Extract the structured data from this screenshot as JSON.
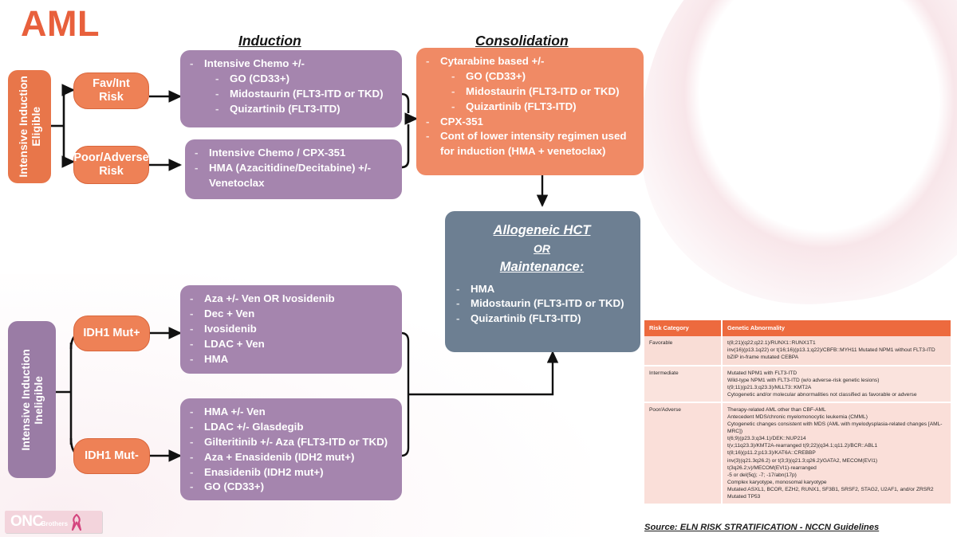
{
  "title": "AML",
  "headers": {
    "induction": "Induction",
    "consolidation": "Consolidation"
  },
  "colors": {
    "orange": "#E8764A",
    "orange_pill": "#EE8156",
    "salmon": "#F08A65",
    "purple": "#A585AE",
    "purple_dark": "#9A7CA5",
    "slate": "#6D7F92",
    "title_red": "#E8603C",
    "table_header": "#ED6A3E",
    "table_row": "#F9DDD6"
  },
  "stems": {
    "eligible": "Intensive Induction\nEligible",
    "ineligible": "Intensive Induction\nIneligible"
  },
  "risk_pills": {
    "fav_int": "Fav/Int\nRisk",
    "poor_adverse": "Poor/Adverse\nRisk",
    "idh1_pos": "IDH1 Mut+",
    "idh1_neg": "IDH1 Mut-"
  },
  "boxes": {
    "induction_fav": [
      {
        "text": "Intensive Chemo +/-",
        "level": 0
      },
      {
        "text": "GO (CD33+)",
        "level": 1
      },
      {
        "text": "Midostaurin (FLT3-ITD or TKD)",
        "level": 1
      },
      {
        "text": "Quizartinib (FLT3-ITD)",
        "level": 1
      }
    ],
    "induction_poor": [
      {
        "text": "Intensive Chemo / CPX-351",
        "level": 0
      },
      {
        "text": "HMA (Azacitidine/Decitabine) +/-",
        "level": 0
      },
      {
        "text": "Venetoclax",
        "level": 2
      }
    ],
    "consolidation": [
      {
        "text": "Cytarabine based +/-",
        "level": 0
      },
      {
        "text": "GO (CD33+)",
        "level": 1
      },
      {
        "text": "Midostaurin (FLT3-ITD or TKD)",
        "level": 1
      },
      {
        "text": "Quizartinib (FLT3-ITD)",
        "level": 1
      },
      {
        "text": "CPX-351",
        "level": 0
      },
      {
        "text": "Cont of lower intensity regimen used",
        "level": 0
      },
      {
        "text": "for induction (HMA + venetoclax)",
        "level": 2
      }
    ],
    "hct": {
      "title_line1": "Allogeneic HCT",
      "title_or": "OR",
      "title_line2": "Maintenance:",
      "items": [
        {
          "text": "HMA",
          "level": 0
        },
        {
          "text": "Midostaurin (FLT3-ITD or TKD)",
          "level": 0
        },
        {
          "text": "Quizartinib (FLT3-ITD)",
          "level": 0
        }
      ]
    },
    "idh1_pos_tx": [
      {
        "text": "Aza +/- Ven OR Ivosidenib",
        "level": 0
      },
      {
        "text": "Dec + Ven",
        "level": 0
      },
      {
        "text": "Ivosidenib",
        "level": 0
      },
      {
        "text": "LDAC + Ven",
        "level": 0
      },
      {
        "text": "HMA",
        "level": 0
      }
    ],
    "idh1_neg_tx": [
      {
        "text": "HMA +/- Ven",
        "level": 0
      },
      {
        "text": "LDAC +/- Glasdegib",
        "level": 0
      },
      {
        "text": "Gilteritinib +/- Aza (FLT3-ITD or TKD)",
        "level": 0
      },
      {
        "text": "Aza + Enasidenib (IDH2 mut+)",
        "level": 0
      },
      {
        "text": "Enasidenib (IDH2 mut+)",
        "level": 0
      },
      {
        "text": "GO (CD33+)",
        "level": 0
      }
    ]
  },
  "risk_table": {
    "columns": [
      "Risk Category",
      "Genetic Abnormality"
    ],
    "rows": [
      {
        "category": "Favorable",
        "lines": [
          "t(8;21)(q22;q22.1)/RUNX1::RUNX1T1",
          "inv(16)(p13.1q22) or t(16;16)(p13.1;q22)/CBFB::MYH11 Mutated NPM1 without FLT3-ITD",
          "bZIP in-frame mutated CEBPA"
        ]
      },
      {
        "category": "Intermediate",
        "lines": [
          "Mutated NPM1 with FLT3-ITD",
          "Wild-type NPM1 with FLT3-ITD (w/o adverse-risk genetic lesions)",
          "t(9;11)(p21.3;q23.3)/MLLT3::KMT2A",
          "Cytogenetic and/or molecular abnormalities not classified as favorable or adverse"
        ]
      },
      {
        "category": "Poor/Adverse",
        "lines": [
          "Therapy-related AML other than CBF-AML",
          "Antecedent MDS/chronic myelomonocytic leukemia (CMML)",
          "Cytogenetic changes consistent with MDS (AML with myelodysplasia-related changes [AML-MRC])",
          "t(6;9)(p23.3;q34.1)/DEK::NUP214",
          "t(v;11q23.3)/KMT2A-rearranged t(9;22)(q34.1;q11.2)/BCR::ABL1",
          "t(8;16)(p11.2;p13.3)/KAT6A::CREBBP",
          "inv(3)(q21.3q26.2) or t(3;3)(q21.3;q26.2)/GATA2, MECOM(EVI1)",
          "t(3q26.2;v)/MECOM(EVI1)-rearranged",
          "-5 or del(5q); -7; -17/abn(17p)",
          "Complex karyotype, monosomal karyotype",
          "Mutated ASXL1, BCOR, EZH2, RUNX1, SF3B1, SRSF2, STAG2, U2AF1, and/or ZRSR2",
          "Mutated TP53"
        ]
      }
    ]
  },
  "source_note": "Source: ELN RISK STRATIFICATION - NCCN Guidelines",
  "logo": {
    "primary": "ONC",
    "secondary": "Brothers"
  }
}
